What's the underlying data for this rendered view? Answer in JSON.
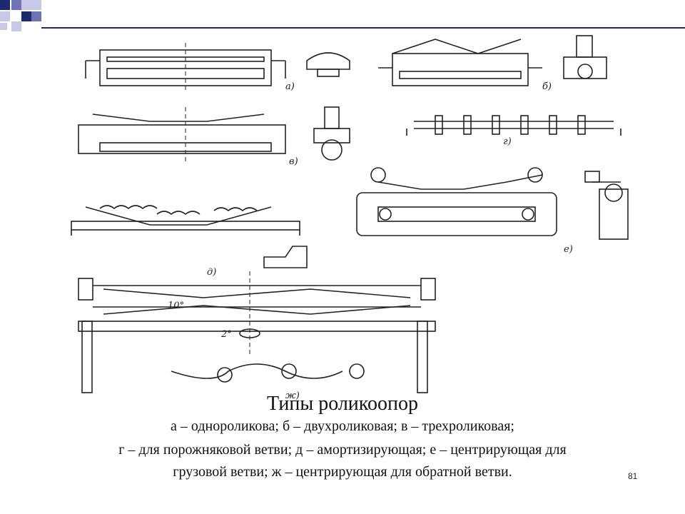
{
  "slide": {
    "title": "Типы роликоопор",
    "caption_lines": [
      "а – однороликова; б – двухроликовая; в – трехроликовая;",
      "г – для порожняковой ветви; д – амортизирующая; е – центрирующая для",
      "грузовой ветви; ж – центрирующая для обратной ветви."
    ],
    "page_number": "81"
  },
  "drawing": {
    "labels": [
      "а)",
      "б)",
      "в)",
      "г)",
      "д)",
      "е)",
      "ж)"
    ],
    "angle_labels": [
      "10°",
      "2°"
    ]
  },
  "colors": {
    "accent": "#1e2a6e",
    "accent_mid": "#6e73b6",
    "accent_light": "#c7c9e6"
  }
}
